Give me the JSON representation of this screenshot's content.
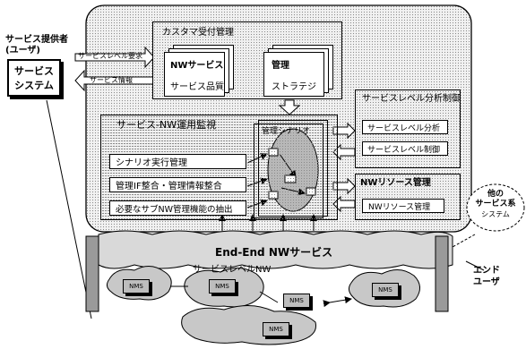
{
  "provider": {
    "title": "サービス提供者",
    "sub": "(ユーザ)",
    "system_line1": "サービス",
    "system_line2": "システム"
  },
  "flows": {
    "request": "サービスレベル要求",
    "info": "サービス情報"
  },
  "customer": {
    "title": "カスタマ受付管理",
    "nw_line1": "NWサービス",
    "nw_line2": "サービス品質",
    "mgmt_line1": "管理",
    "mgmt_line2": "ストラテジ"
  },
  "ops": {
    "title": "サービス-NW運用監視",
    "scenario_title": "管理シナリオ",
    "items": [
      "シナリオ実行管理",
      "管理IF整合・管理情報整合",
      "必要なサブNW管理機能の抽出"
    ]
  },
  "analysis": {
    "title": "サービスレベル分析制御",
    "items": [
      "サービスレベル分析",
      "サービスレベル制御"
    ]
  },
  "resource": {
    "title": "NWリソース管理",
    "item": "NWリソース管理"
  },
  "other": {
    "line1": "他の",
    "line2": "サービス系",
    "line3": "システム"
  },
  "e2e": "End-End NWサービス",
  "slnw": "サービスレベルNW",
  "end_user": {
    "line1": "エンド",
    "line2": "ユーザ"
  },
  "devices": [
    "NMS",
    "NMS",
    "NMS",
    "NMS",
    "NMS"
  ],
  "colors": {
    "dots": "#efefef",
    "band": "#d9d9d9",
    "cloud": "#c8c8c8",
    "nms": "#bdbdbd"
  }
}
